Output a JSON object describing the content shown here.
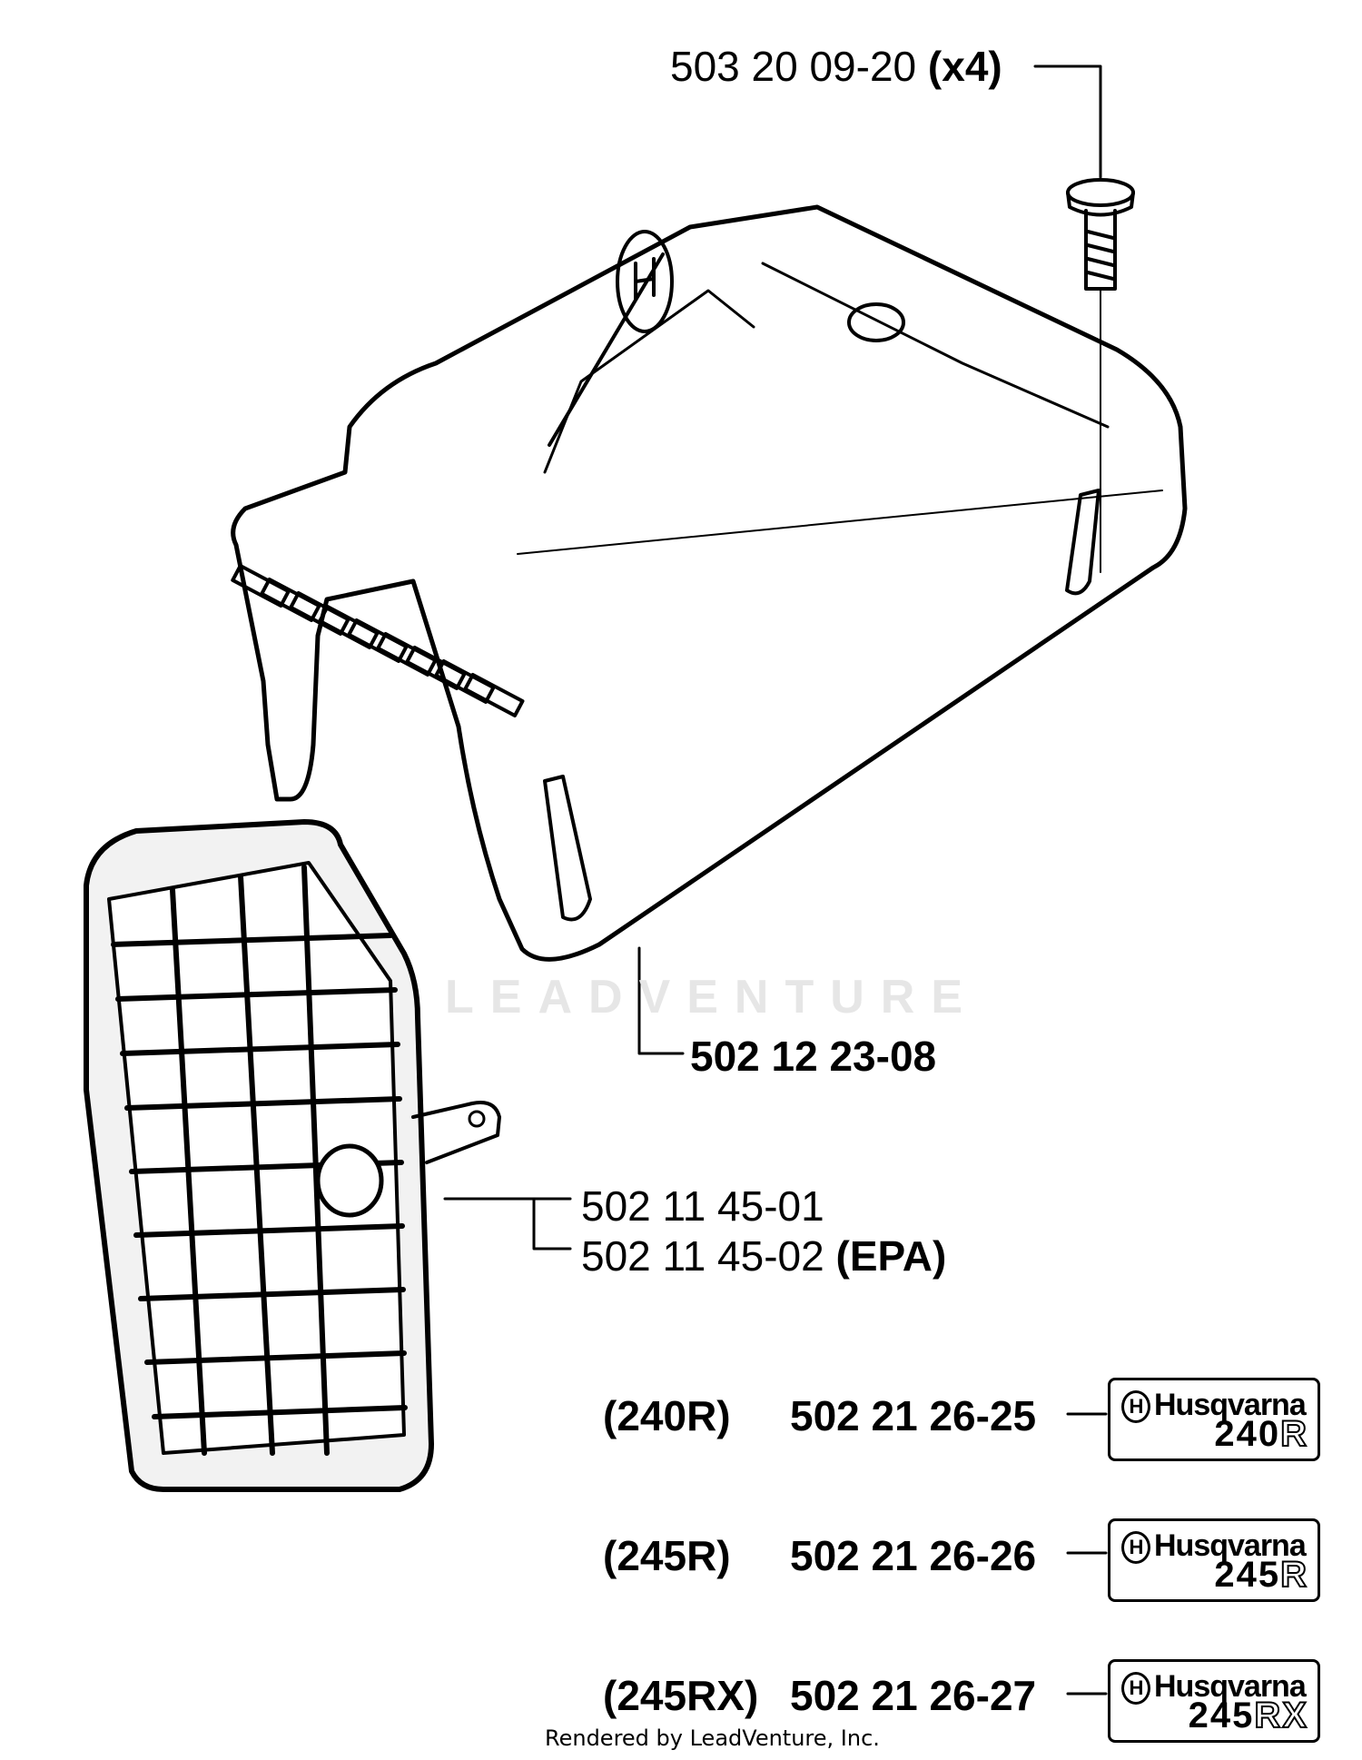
{
  "callouts": {
    "bolt": {
      "part": "503 20 09-20",
      "qty": "(x4)"
    },
    "cover": {
      "part": "502 12 23-08"
    },
    "grille": {
      "part_a": "502 11 45-01",
      "part_b": "502 11 45-02",
      "note": "(EPA)"
    }
  },
  "decals": [
    {
      "model": "(240R)",
      "part": "502 21 26-25",
      "brand": "Husqvarna",
      "badge_num": "240",
      "badge_suffix": "R"
    },
    {
      "model": "(245R)",
      "part": "502 21 26-26",
      "brand": "Husqvarna",
      "badge_num": "245",
      "badge_suffix": "R"
    },
    {
      "model": "(245RX)",
      "part": "502 21 26-27",
      "brand": "Husqvarna",
      "badge_num": "245",
      "badge_suffix": "RX"
    }
  ],
  "watermark": "LEADVENTURE",
  "footer": "Rendered by LeadVenture, Inc."
}
